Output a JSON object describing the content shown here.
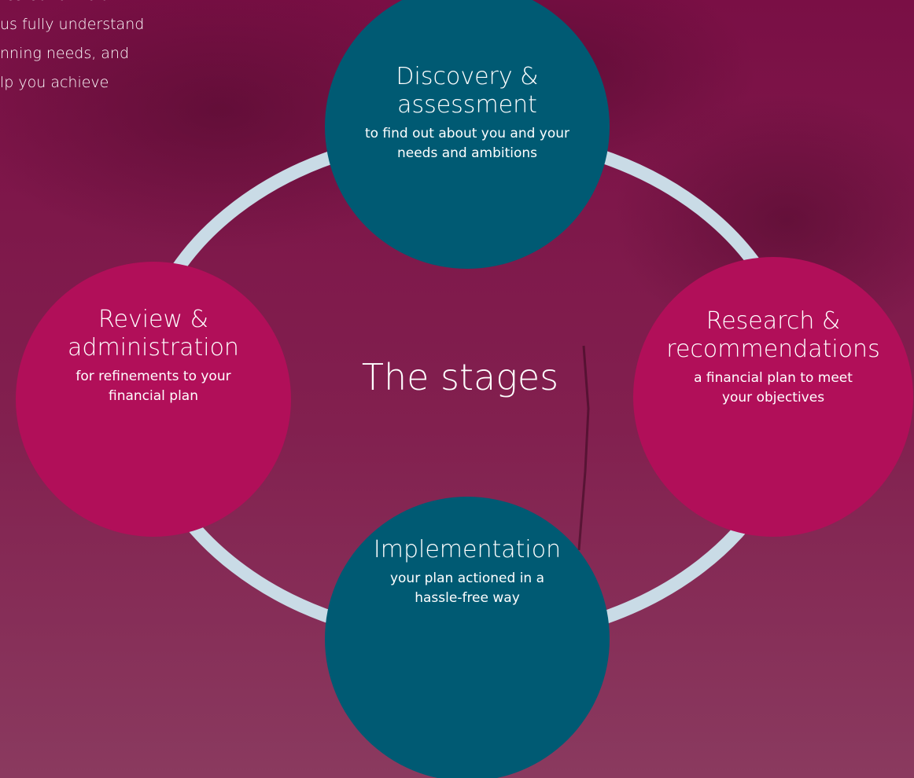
{
  "intro": {
    "lines": [
      "tested formula",
      "us fully understand",
      "nning needs, and",
      "lp you achieve"
    ]
  },
  "center": {
    "title": "The stages"
  },
  "stages": [
    {
      "title_lines": [
        "Discovery &",
        "assessment"
      ],
      "description": "to find out about you and your needs and ambitions"
    },
    {
      "title_lines": [
        "Research &",
        "recommendations"
      ],
      "description": "a financial plan to meet your objectives"
    },
    {
      "title_lines": [
        "Implementation"
      ],
      "description": "your plan actioned in a hassle-free way"
    },
    {
      "title_lines": [
        "Review &",
        "administration"
      ],
      "description": "for refinements to your financial plan"
    }
  ],
  "colors": {
    "background": "#7e1448",
    "teal": "#005a73",
    "magenta": "#b10f59",
    "ring": "#c9dbe6",
    "text": "#ffffff"
  }
}
